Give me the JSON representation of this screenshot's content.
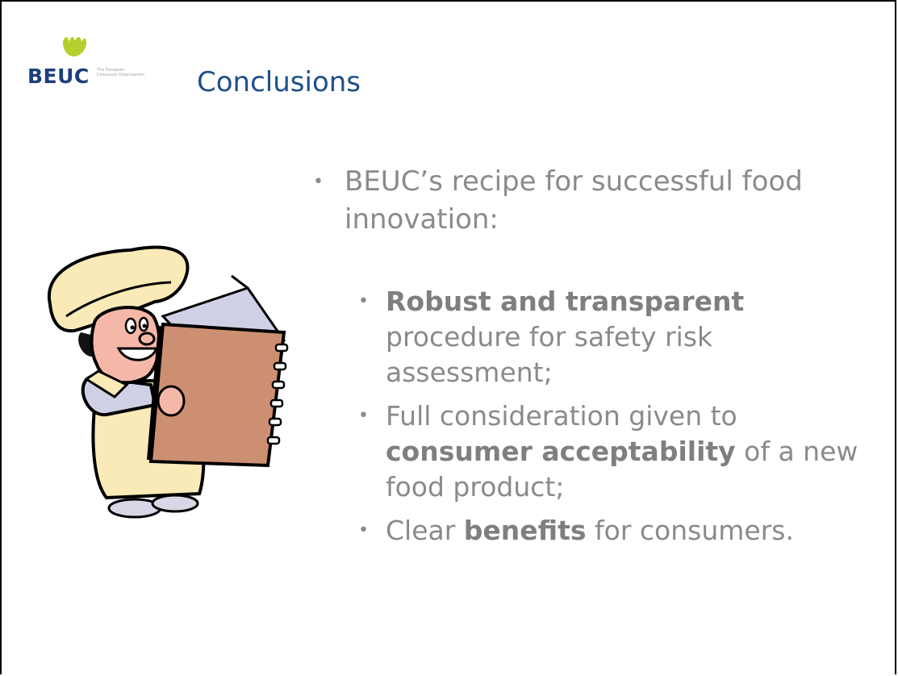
{
  "logo": {
    "brand": "BEUC",
    "tagline": "The European Consumer Organisation",
    "leaf_color": "#b5cf2e",
    "text_color": "#1d3f7a"
  },
  "title": "Conclusions",
  "illustration": {
    "icon": "chef-reading-recipe-book-icon"
  },
  "main_bullet": {
    "text": "BEUC’s recipe for successful food innovation:"
  },
  "sub_bullets": [
    {
      "bold": "Robust and transparent",
      "rest": " procedure for safety risk assessment;"
    },
    {
      "pre": "Full consideration given to ",
      "bold": "consumer acceptability",
      "rest": "  of a new food product;"
    },
    {
      "pre": "Clear ",
      "bold": "benefits",
      "rest": "  for consumers."
    }
  ],
  "colors": {
    "title": "#1d4f8c",
    "body_text": "#8a8a8a"
  }
}
